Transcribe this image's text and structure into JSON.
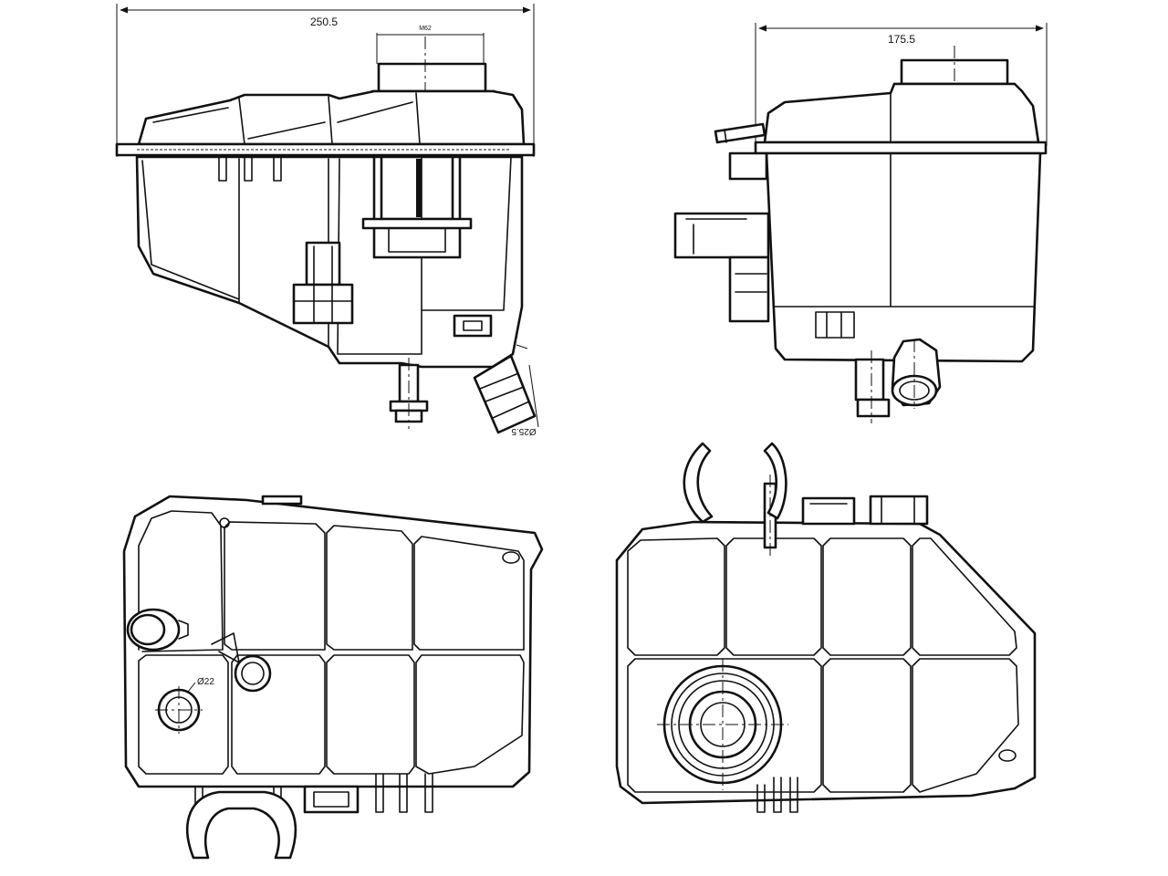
{
  "drawing": {
    "dimensions": {
      "front_width": "250.5",
      "side_width": "175.5",
      "cap": "M62",
      "hose_outlet": "Ø25.5",
      "top_outlet": "Ø22"
    }
  }
}
